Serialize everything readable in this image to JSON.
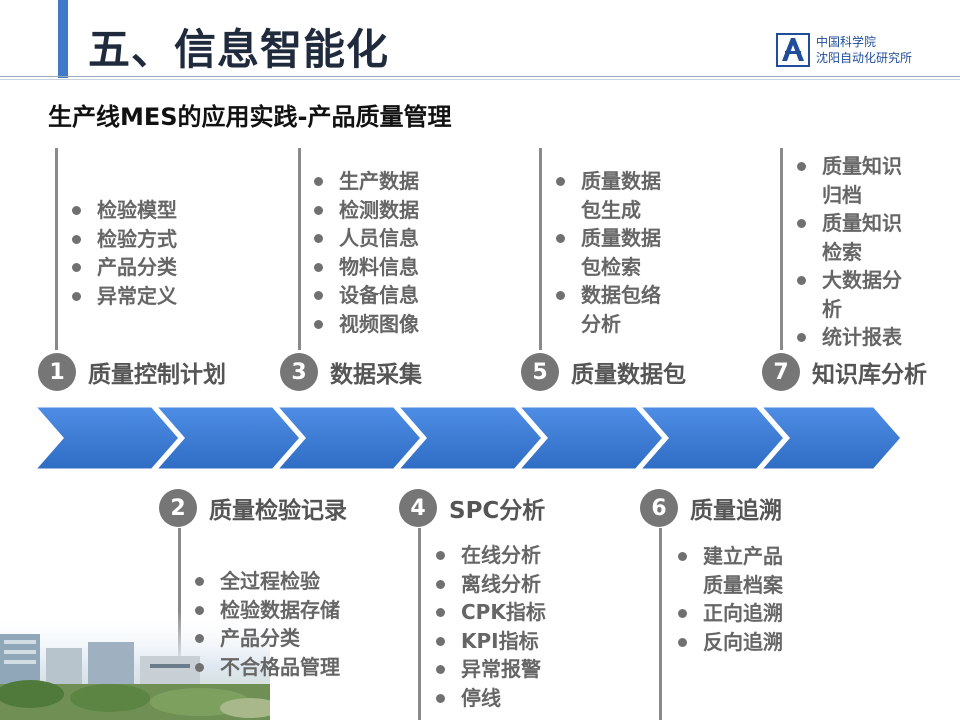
{
  "page": {
    "title": "五、信息智能化",
    "subtitle": "生产线MES的应用实践-产品质量管理"
  },
  "logo": {
    "line1": "中国科学院",
    "line2": "沈阳自动化研究所"
  },
  "stages": [
    {
      "number": "1",
      "label": "质量控制计划",
      "items": [
        "检验模型",
        "检验方式",
        "产品分类",
        "异常定义"
      ]
    },
    {
      "number": "2",
      "label": "质量检验记录",
      "items": [
        "全过程检验",
        "检验数据存储",
        "产品分类",
        "不合格品管理"
      ]
    },
    {
      "number": "3",
      "label": "数据采集",
      "items": [
        "生产数据",
        "检测数据",
        "人员信息",
        "物料信息",
        "设备信息",
        "视频图像"
      ]
    },
    {
      "number": "4",
      "label": "SPC分析",
      "items": [
        "在线分析",
        "离线分析",
        "CPK指标",
        "KPI指标",
        "异常报警",
        "停线"
      ]
    },
    {
      "number": "5",
      "label": "质量数据包",
      "items": [
        "质量数据\n包生成",
        "质量数据\n包检索",
        "数据包络\n分析"
      ]
    },
    {
      "number": "6",
      "label": "质量追溯",
      "items": [
        "建立产品\n质量档案",
        "正向追溯",
        "反向追溯"
      ]
    },
    {
      "number": "7",
      "label": "知识库分析",
      "items": [
        "质量知识\n归档",
        "质量知识\n检索",
        "大数据分\n析",
        "统计报表"
      ]
    }
  ],
  "colors": {
    "accent_bar": "#3f79c7",
    "chevron": "#3a78d1",
    "badge": "#767676"
  }
}
